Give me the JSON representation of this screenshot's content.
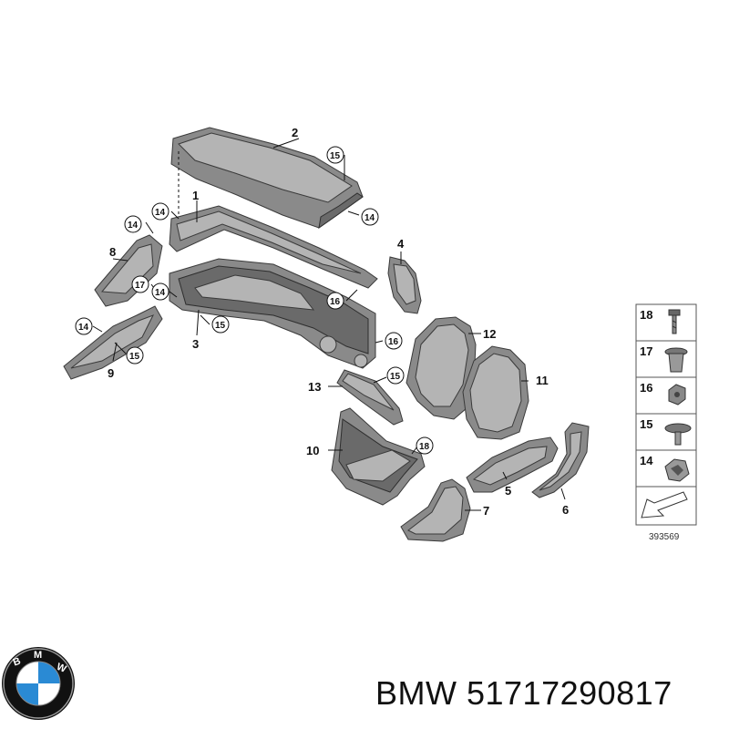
{
  "diagram": {
    "callouts": [
      "1",
      "2",
      "3",
      "4",
      "5",
      "6",
      "7",
      "8",
      "9",
      "10",
      "11",
      "12",
      "13"
    ],
    "fasteners": {
      "circled_14": "14",
      "circled_15": "15",
      "circled_16": "16",
      "circled_17": "17",
      "circled_18": "18"
    },
    "legend": {
      "items": [
        "18",
        "17",
        "16",
        "15",
        "14"
      ],
      "code": "393569"
    }
  },
  "footer": {
    "brand": "BMW",
    "part_number": "51717290817",
    "text": "BMW 51717290817"
  },
  "colors": {
    "part_fill": "#8a8a8a",
    "outline": "#3a3a3a",
    "background": "#ffffff",
    "logo_blue": "#2a8ad4",
    "logo_ring": "#111111"
  }
}
